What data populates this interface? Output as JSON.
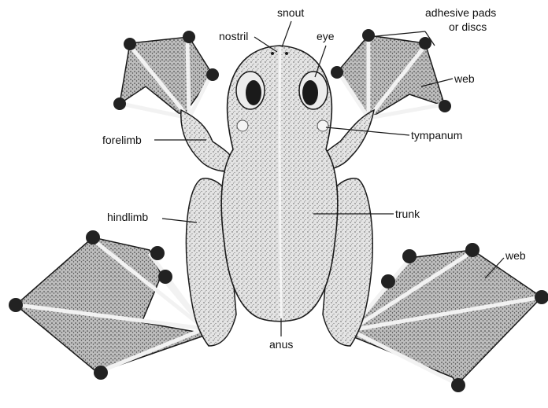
{
  "labels": {
    "snout": "snout",
    "nostril": "nostril",
    "eye": "eye",
    "adhesive_pads_line1": "adhesive pads",
    "adhesive_pads_line2": "or discs",
    "web_upper": "web",
    "forelimb": "forelimb",
    "tympanum": "tympanum",
    "hindlimb": "hindlimb",
    "trunk": "trunk",
    "web_lower": "web",
    "anus": "anus"
  },
  "colors": {
    "ink": "#1a1a1a",
    "body_fill": "#d9d9d9",
    "web_fill": "#c8c8c8",
    "disc_fill": "#222222",
    "background": "#ffffff"
  }
}
